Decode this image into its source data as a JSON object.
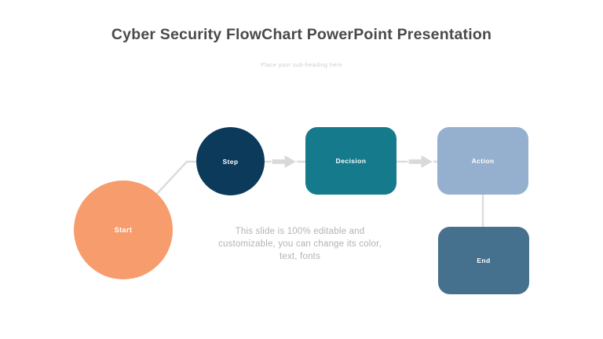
{
  "slide": {
    "title": "Cyber Security FlowChart PowerPoint Presentation",
    "subtitle": "Place your sub-heading here",
    "body": {
      "line1": "This slide is 100% editable and",
      "line2": "customizable, you can change its color,",
      "line3": "text, fonts"
    }
  },
  "flowchart": {
    "nodes": [
      {
        "id": "start",
        "label": "Start",
        "shape": "circle",
        "color": "#F79C6C"
      },
      {
        "id": "step",
        "label": "Step",
        "shape": "circle",
        "color": "#0C3A5B"
      },
      {
        "id": "decision",
        "label": "Decision",
        "shape": "rounded-rectangle",
        "color": "#147A8C"
      },
      {
        "id": "action",
        "label": "Action",
        "shape": "rounded-rectangle",
        "color": "#95AFCE"
      },
      {
        "id": "end",
        "label": "End",
        "shape": "rounded-rectangle",
        "color": "#45718E"
      }
    ],
    "edges": [
      {
        "from": "start",
        "to": "step",
        "type": "line"
      },
      {
        "from": "step",
        "to": "decision",
        "type": "arrow"
      },
      {
        "from": "decision",
        "to": "action",
        "type": "arrow"
      },
      {
        "from": "action",
        "to": "end",
        "type": "line"
      }
    ],
    "connector_color": "#DCDCDC",
    "arrow_fill": "#D9D9D9",
    "arrow_outline": "#FFFFFF"
  },
  "colors": {
    "background": "#FFFFFF",
    "title_text": "#4A4A4A",
    "subtitle_text": "#CFCFCF",
    "body_text": "#B3B3B3",
    "node_label_text": "#FFFFFF"
  }
}
